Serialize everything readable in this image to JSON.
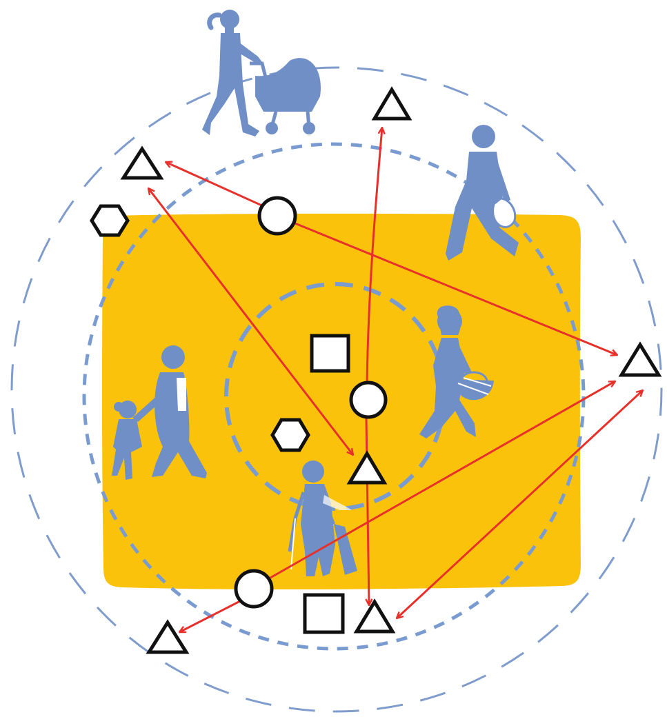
{
  "diagram": {
    "colors": {
      "background": "#ffffff",
      "area_fill": "#fbc20b",
      "ring_stroke": "#7f9ccd",
      "ring_inner_stroke": "#7a9bd0",
      "figure_fill": "#6f8fc6",
      "figure_accent": "#ffffff",
      "arrow_stroke": "#e8302b",
      "node_fill": "#ffffff",
      "node_stroke": "#111111"
    },
    "rings": [
      {
        "id": "outer-ring",
        "style": "long-dash"
      },
      {
        "id": "middle-ring",
        "style": "dash"
      },
      {
        "id": "inner-ring",
        "style": "dash"
      }
    ],
    "nodes": [
      {
        "id": "triangle-top",
        "shape": "triangle"
      },
      {
        "id": "triangle-upper-left",
        "shape": "triangle"
      },
      {
        "id": "hexagon-left",
        "shape": "hexagon"
      },
      {
        "id": "circle-top",
        "shape": "circle"
      },
      {
        "id": "square-center",
        "shape": "square"
      },
      {
        "id": "circle-center",
        "shape": "circle"
      },
      {
        "id": "hexagon-center",
        "shape": "hexagon"
      },
      {
        "id": "triangle-center",
        "shape": "triangle"
      },
      {
        "id": "triangle-right",
        "shape": "triangle"
      },
      {
        "id": "circle-bottom-left",
        "shape": "circle"
      },
      {
        "id": "square-bottom",
        "shape": "square"
      },
      {
        "id": "triangle-bottom",
        "shape": "triangle"
      },
      {
        "id": "triangle-bottom-left",
        "shape": "triangle"
      }
    ],
    "arrows": [
      {
        "from": "circle-top",
        "to": "triangle-upper-left",
        "heads": "end"
      },
      {
        "from": "circle-top",
        "to": "triangle-right",
        "heads": "end"
      },
      {
        "from": "triangle-upper-left",
        "to": "triangle-center",
        "heads": "both"
      },
      {
        "from": "circle-center",
        "to": "triangle-top",
        "heads": "end"
      },
      {
        "from": "circle-center",
        "to": "triangle-bottom",
        "heads": "end"
      },
      {
        "from": "circle-bottom-left",
        "to": "triangle-right",
        "heads": "end"
      },
      {
        "from": "circle-bottom-left",
        "to": "triangle-bottom-left",
        "heads": "end"
      },
      {
        "from": "triangle-right",
        "to": "triangle-bottom",
        "heads": "both"
      }
    ],
    "figures": [
      {
        "id": "person-with-stroller-figure",
        "icon": "stroller-icon"
      },
      {
        "id": "person-with-bag-figure",
        "icon": "bag-icon"
      },
      {
        "id": "parent-with-child-figure",
        "icon": "family-icon"
      },
      {
        "id": "woman-with-basket-figure",
        "icon": "basket-icon"
      },
      {
        "id": "elderly-woman-with-crutch-figure",
        "icon": "crutch-icon"
      }
    ]
  }
}
